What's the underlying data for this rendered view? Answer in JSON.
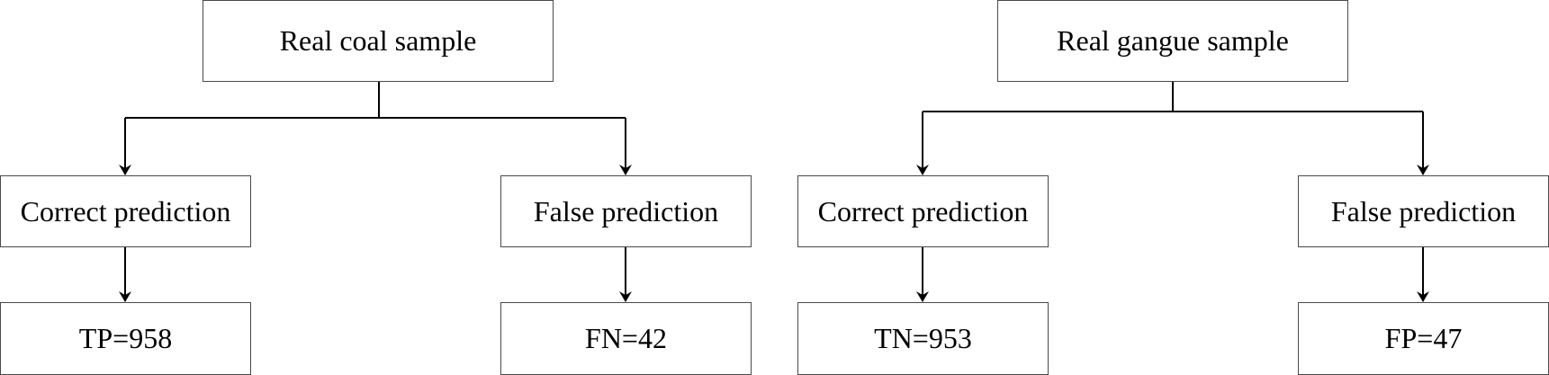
{
  "colors": {
    "box_border": "#4a4a4a",
    "connector": "#000000",
    "text": "#000000",
    "background": "#ffffff"
  },
  "trees": [
    {
      "root": "Real coal sample",
      "left": {
        "label": "Correct prediction",
        "result": "TP=958"
      },
      "right": {
        "label": "False prediction",
        "result": "FN=42"
      }
    },
    {
      "root": "Real gangue sample",
      "left": {
        "label": "Correct prediction",
        "result": "TN=953"
      },
      "right": {
        "label": "False prediction",
        "result": "FP=47"
      }
    }
  ]
}
